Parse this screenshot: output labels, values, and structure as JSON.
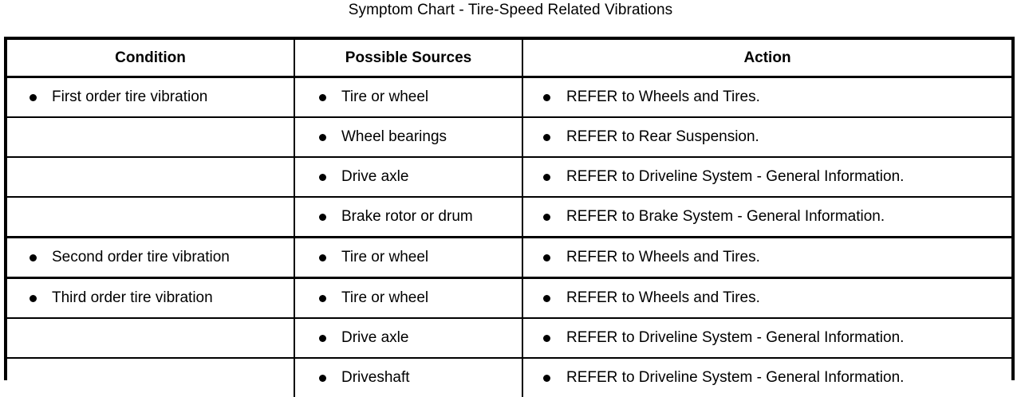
{
  "title": "Symptom Chart - Tire-Speed Related Vibrations",
  "table": {
    "columns": [
      {
        "key": "condition",
        "label": "Condition"
      },
      {
        "key": "sources",
        "label": "Possible Sources"
      },
      {
        "key": "action",
        "label": "Action"
      }
    ],
    "rows": [
      {
        "group_start": true,
        "condition": "First order tire vibration",
        "sources": "Tire or wheel",
        "action": "REFER to Wheels and Tires."
      },
      {
        "group_start": false,
        "condition": "",
        "sources": "Wheel bearings",
        "action": "REFER to Rear Suspension."
      },
      {
        "group_start": false,
        "condition": "",
        "sources": "Drive axle",
        "action": "REFER to Driveline System - General Information."
      },
      {
        "group_start": false,
        "condition": "",
        "sources": "Brake rotor or drum",
        "action": "REFER to Brake System - General Information."
      },
      {
        "group_start": true,
        "condition": "Second order tire vibration",
        "sources": "Tire or wheel",
        "action": "REFER to Wheels and Tires."
      },
      {
        "group_start": true,
        "condition": "Third order tire vibration",
        "sources": "Tire or wheel",
        "action": "REFER to Wheels and Tires."
      },
      {
        "group_start": false,
        "condition": "",
        "sources": "Drive axle",
        "action": "REFER to Driveline System - General Information."
      },
      {
        "group_start": false,
        "condition": "",
        "sources": "Driveshaft",
        "action": "REFER to Driveline System - General Information."
      }
    ]
  },
  "colors": {
    "ink": "#000000",
    "paper": "#ffffff"
  }
}
